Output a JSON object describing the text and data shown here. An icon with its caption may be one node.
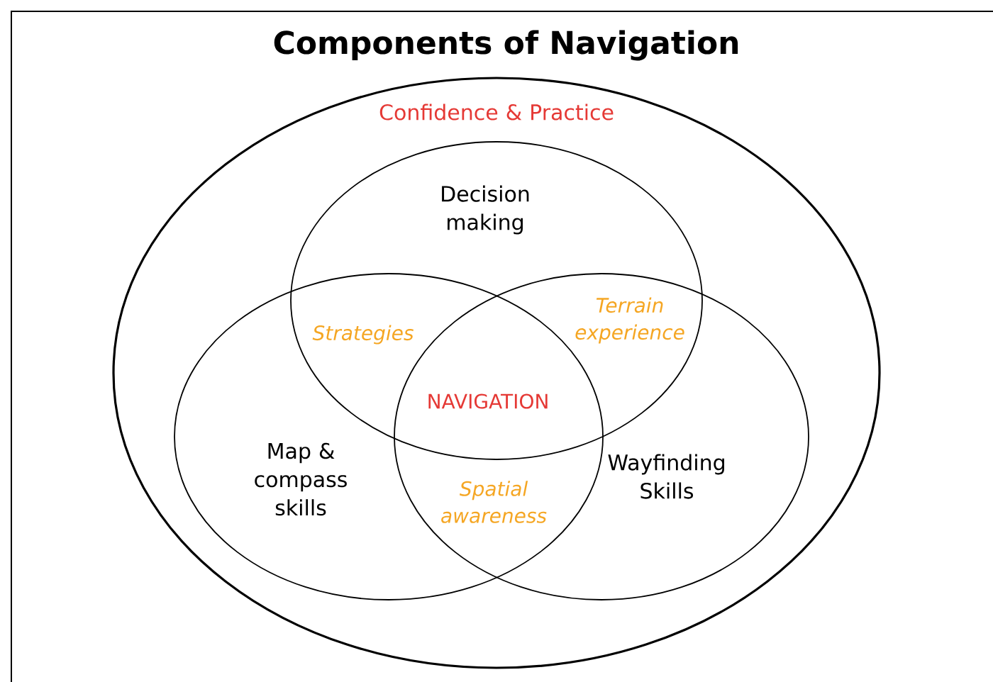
{
  "diagram": {
    "title": "Components of Navigation",
    "nodes": [
      {
        "text": [
          "Confidence & Practice"
        ]
      },
      {
        "text": [
          "Decision making"
        ],
        "in": 0
      },
      {
        "text": [
          "Map & compass skills"
        ],
        "in": 0
      },
      {
        "text": [
          "Wayfinding Skills"
        ],
        "in": 0
      }
    ],
    "labels": [
      "Strategies",
      "Terrain experience",
      "NAVIGATION",
      "Spatial awareness"
    ]
  }
}
